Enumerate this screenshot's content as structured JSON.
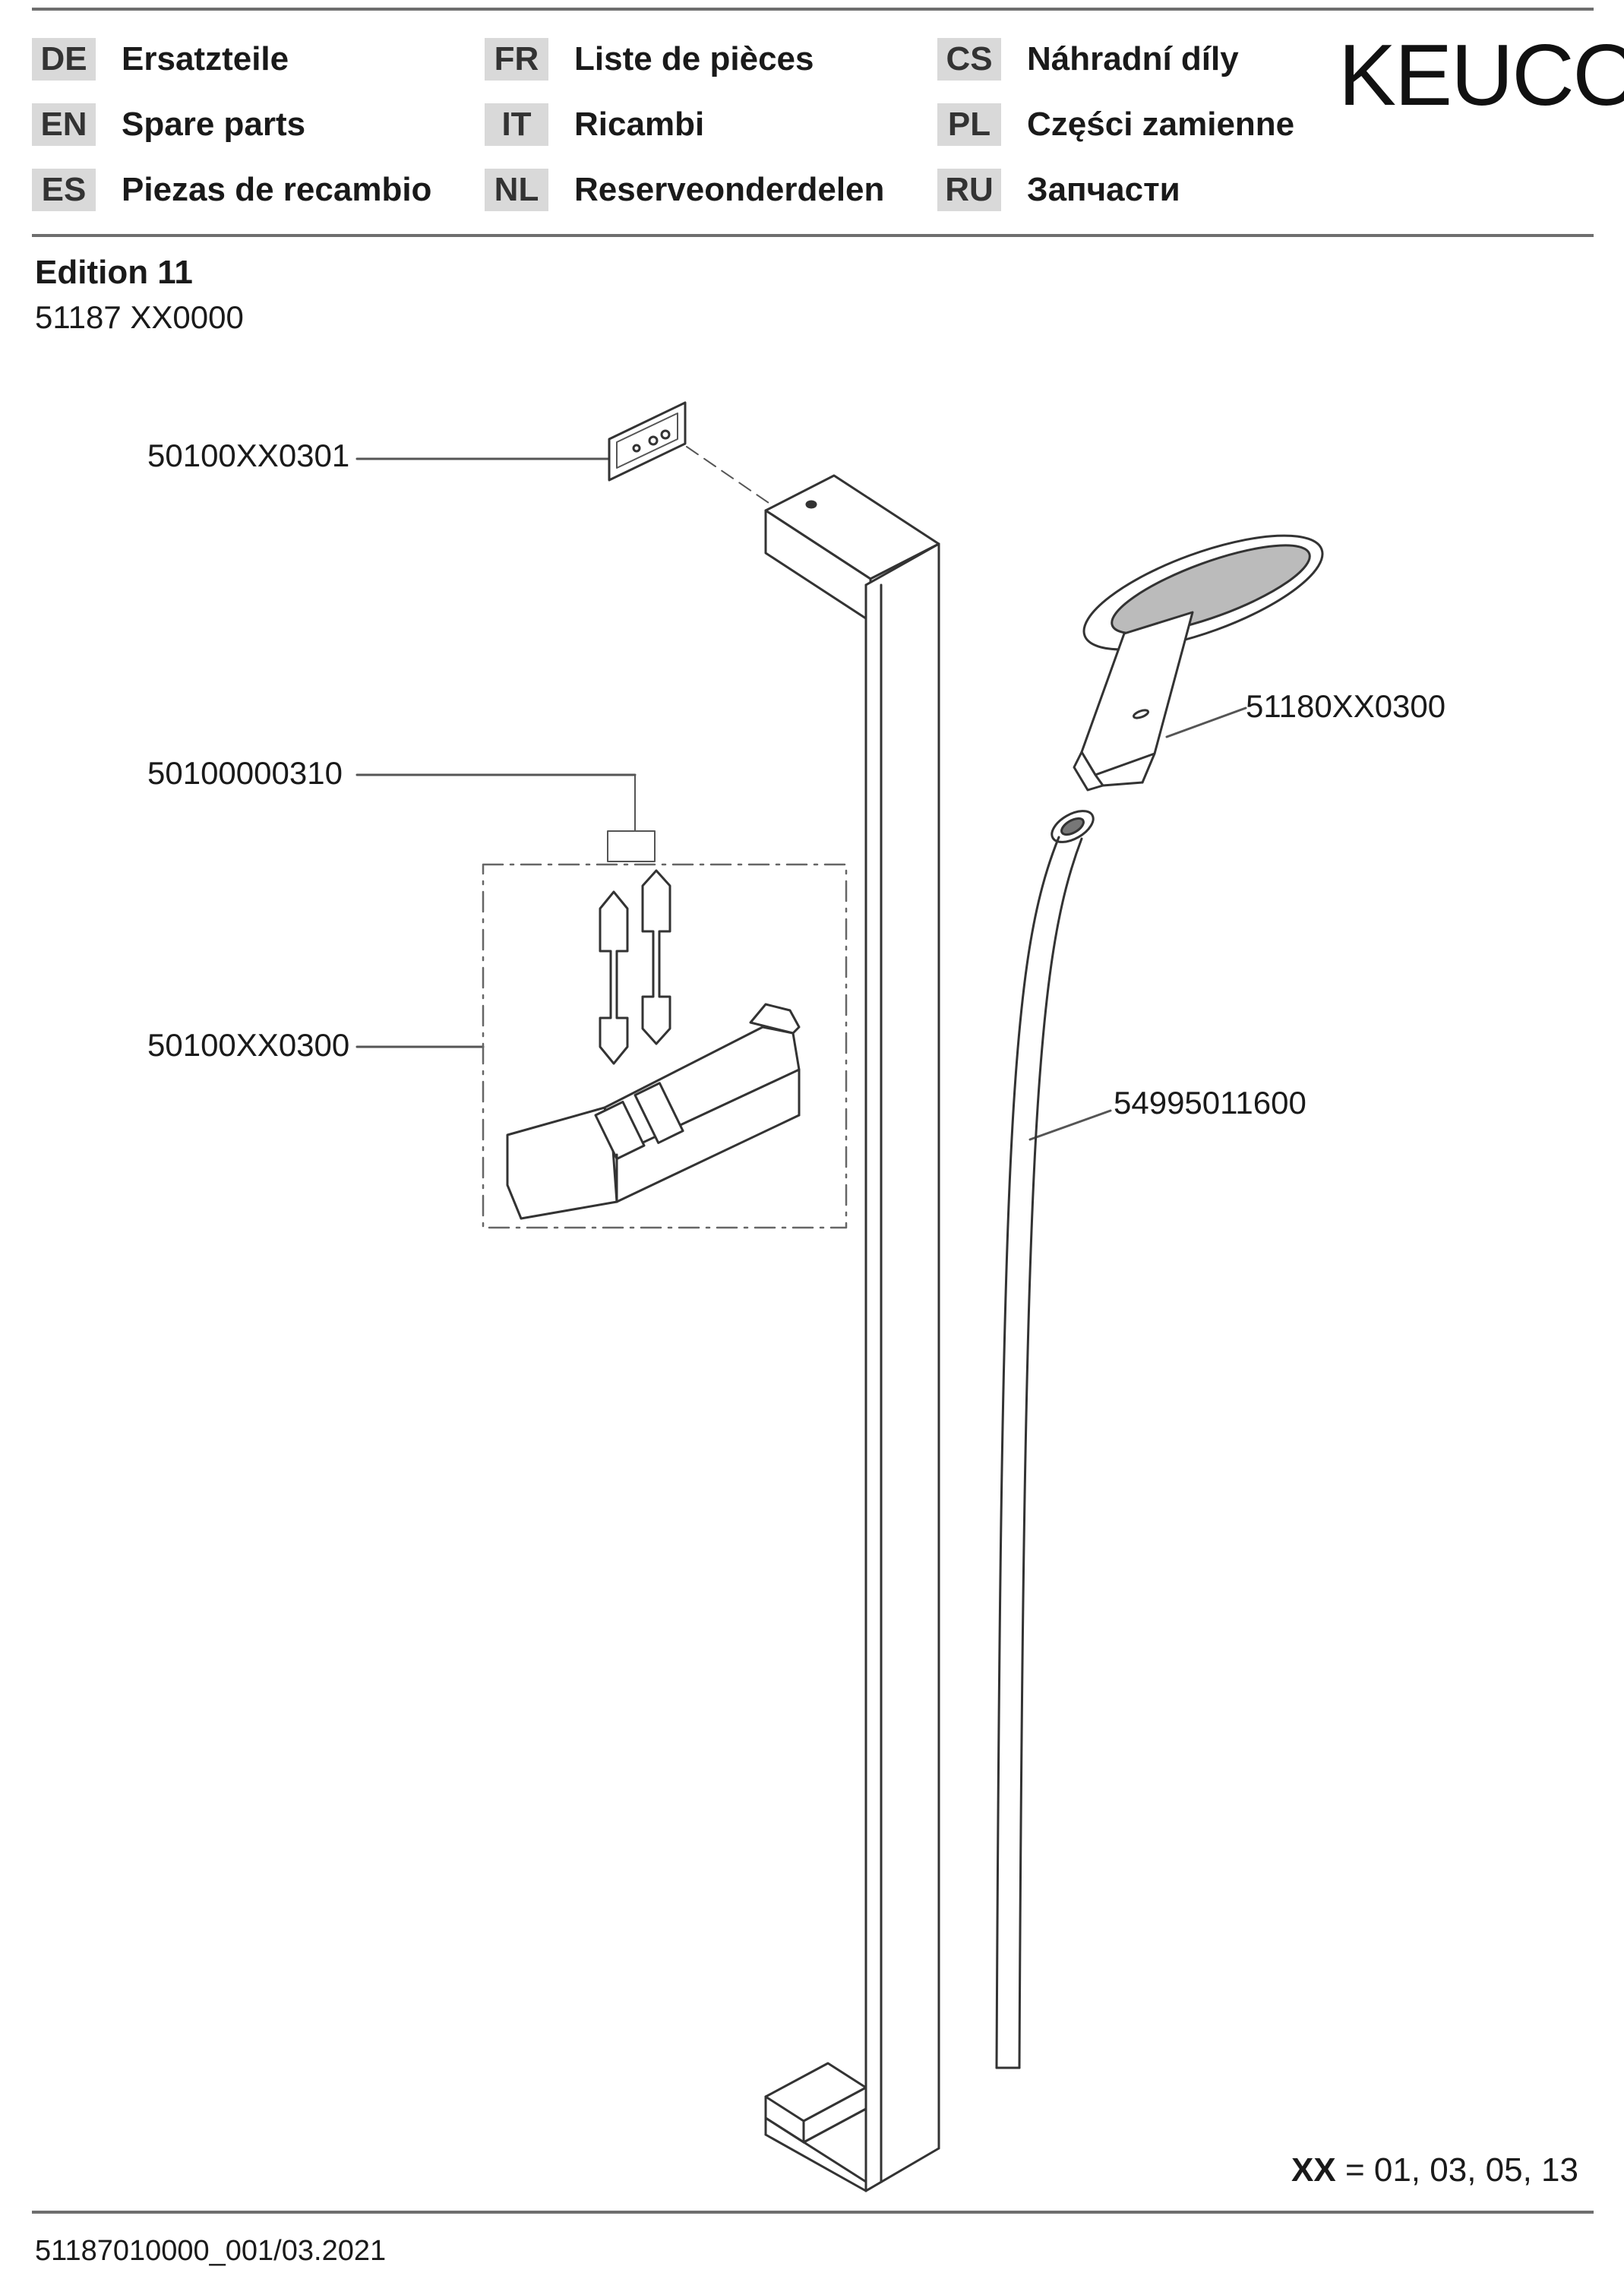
{
  "header": {
    "brand": "KEUCO",
    "languages": [
      {
        "code": "DE",
        "label": "Ersatzteile"
      },
      {
        "code": "EN",
        "label": "Spare parts"
      },
      {
        "code": "ES",
        "label": "Piezas de recambio"
      },
      {
        "code": "FR",
        "label": "Liste de pièces"
      },
      {
        "code": "IT",
        "label": "Ricambi"
      },
      {
        "code": "NL",
        "label": "Reserveonderdelen"
      },
      {
        "code": "CS",
        "label": "Náhradní díly"
      },
      {
        "code": "PL",
        "label": "Części zamienne"
      },
      {
        "code": "RU",
        "label": "Запчасти"
      }
    ]
  },
  "product": {
    "series": "Edition 11",
    "model": "51187 XX0000"
  },
  "parts": {
    "cover_plate": "50100XX0301",
    "clips": "50100000310",
    "slider_holder": "50100XX0300",
    "hand_shower": "51180XX0300",
    "hose": "54995011600"
  },
  "variants": {
    "key": "XX",
    "values": "= 01, 03, 05, 13"
  },
  "footer": {
    "document_code": "51187010000_001/03.2021"
  },
  "colors": {
    "rule": "#6e6e6e",
    "code_bg": "#d9d9d9",
    "ink": "#1a1a1a"
  }
}
